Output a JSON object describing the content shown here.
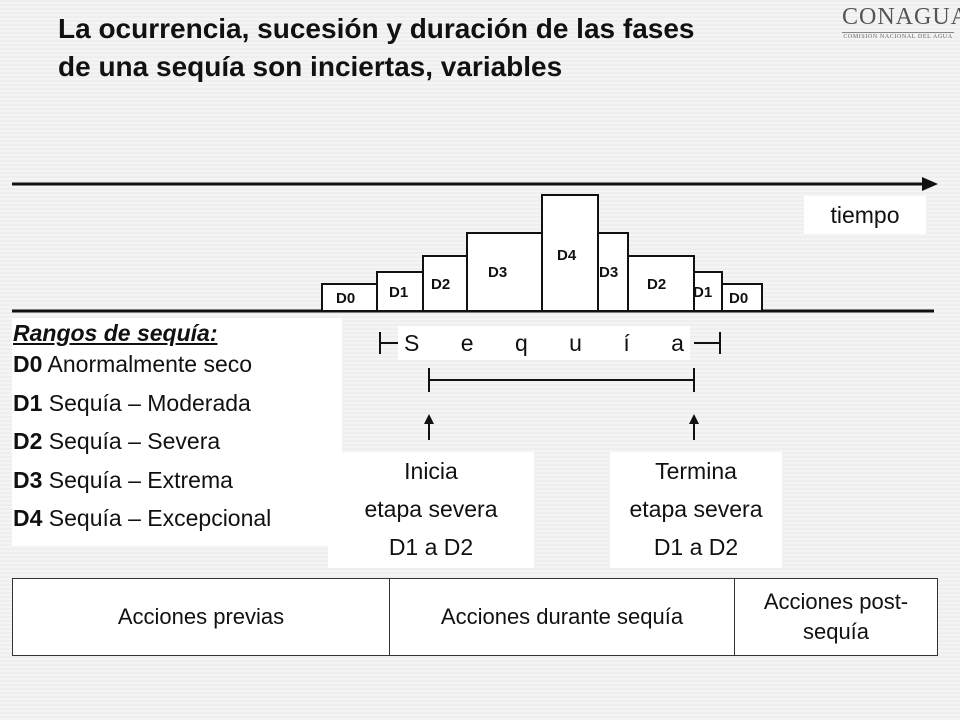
{
  "header": {
    "title_line1": "La ocurrencia, sucesión y duración de las fases",
    "title_line2": "de una sequía son inciertas, variables",
    "logo_main": "CONAGUA",
    "logo_sub": "COMISIÓN NACIONAL DEL AGUA"
  },
  "axis": {
    "time_label": "tiempo"
  },
  "blocks": [
    "D0",
    "D1",
    "D2",
    "D3",
    "D4",
    "D3",
    "D2",
    "D1",
    "D0"
  ],
  "sequia": {
    "letters": [
      "S",
      "e",
      "q",
      "u",
      "í",
      "a"
    ]
  },
  "ranges": {
    "heading": "Rangos de sequía:",
    "items": [
      {
        "code": "D0",
        "desc": "Anormalmente seco"
      },
      {
        "code": "D1",
        "desc": "Sequía – Moderada"
      },
      {
        "code": "D2",
        "desc": "Sequía – Severa"
      },
      {
        "code": "D3",
        "desc": "Sequía – Extrema"
      },
      {
        "code": "D4",
        "desc": "Sequía – Excepcional"
      }
    ]
  },
  "markers": {
    "start": {
      "line1": "Inicia",
      "line2": "etapa severa",
      "line3": "D1 a D2"
    },
    "end": {
      "line1": "Termina",
      "line2": "etapa severa",
      "line3": "D1 a D2"
    }
  },
  "actions": {
    "col1": "Acciones previas",
    "col2": "Acciones durante sequía",
    "col3_line1": "Acciones post-",
    "col3_line2": "sequía"
  }
}
